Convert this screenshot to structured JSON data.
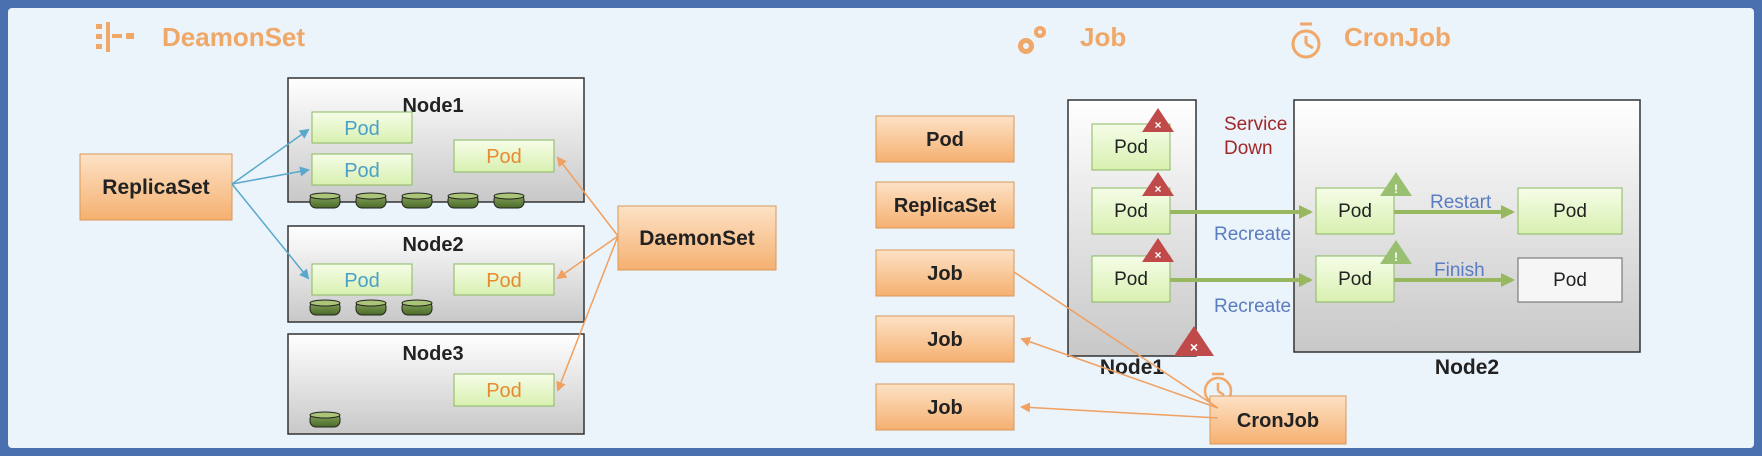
{
  "left_section": {
    "title": "DeamonSet",
    "replicaset_label": "ReplicaSet",
    "daemonset_label": "DaemonSet",
    "nodes": [
      {
        "name": "Node1",
        "pods": [
          "Pod",
          "Pod",
          "Pod"
        ]
      },
      {
        "name": "Node2",
        "pods": [
          "Pod",
          "Pod"
        ]
      },
      {
        "name": "Node3",
        "pods": [
          "Pod"
        ]
      }
    ]
  },
  "right_section": {
    "job_title": "Job",
    "cronjob_title": "CronJob",
    "legend_boxes": [
      "Pod",
      "ReplicaSet",
      "Job",
      "Job",
      "Job"
    ],
    "cronjob_label": "CronJob",
    "node1_label": "Node1",
    "node2_label": "Node2",
    "node1_pods": [
      "Pod",
      "Pod",
      "Pod"
    ],
    "node2_pods": [
      "Pod",
      "Pod",
      "Pod",
      "Pod"
    ],
    "service_down_line1": "Service",
    "service_down_line2": "Down",
    "recreate_label_1": "Recreate",
    "recreate_label_2": "Recreate",
    "restart_label": "Restart",
    "finish_label": "Finish"
  },
  "colors": {
    "frame": "#4a70b0",
    "background": "#ebf3fb",
    "title_orange": "#f0a868",
    "orange_box": "#f8c89a",
    "pod_green": "#e8f8cc",
    "pod_blue_text": "#4aa0c8",
    "pod_orange_text": "#e88a30",
    "arrow_blue": "#5aa8cc",
    "arrow_orange": "#f0a060",
    "arrow_green": "#98b860",
    "warn_red": "#c04a4a",
    "service_down": "#a02828",
    "recreate_blue": "#5a7cc0"
  }
}
